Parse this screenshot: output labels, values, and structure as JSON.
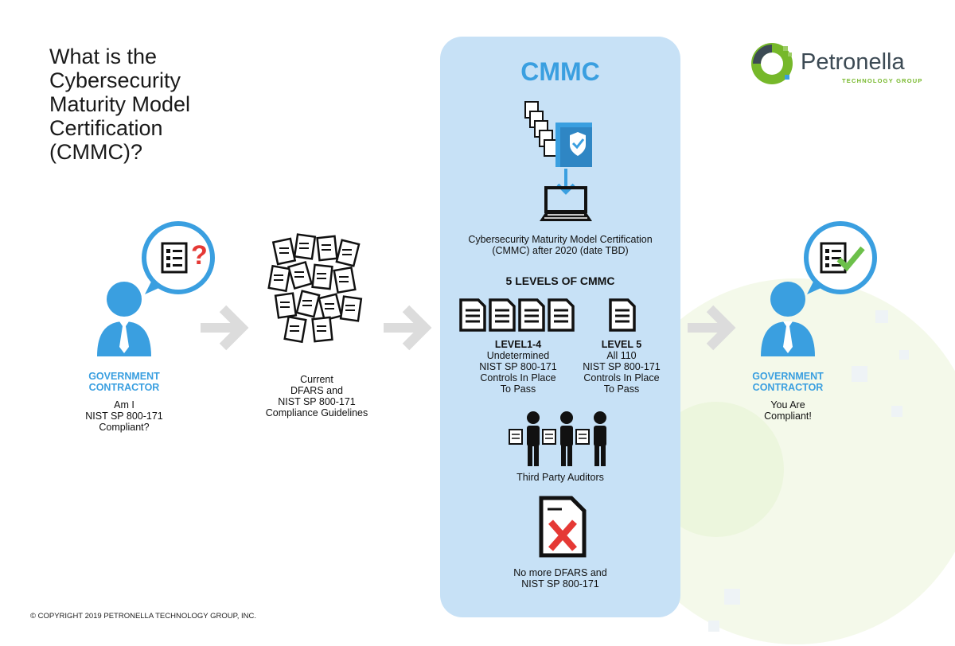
{
  "title_lines": [
    "What is the",
    "Cybersecurity",
    "Maturity Model",
    "Certification",
    "(CMMC)?"
  ],
  "logo": {
    "name": "Petronella",
    "tagline": "TECHNOLOGY GROUP"
  },
  "left_contractor": {
    "label_lines": [
      "GOVERNMENT",
      "CONTRACTOR"
    ],
    "caption_lines": [
      "Am I",
      "NIST SP 800-171",
      "Compliant?"
    ]
  },
  "current_docs": {
    "caption_lines": [
      "Current",
      "DFARS and",
      "NIST SP 800-171",
      "Compliance Guidelines"
    ]
  },
  "cmmc": {
    "title": "CMMC",
    "cert_lines": [
      "Cybersecurity Maturity Model Certification",
      "(CMMC) after 2020 (date TBD)"
    ],
    "levels_heading": "5 LEVELS OF CMMC",
    "level_1_4": {
      "title": "LEVEL1-4",
      "lines": [
        "Undetermined",
        "NIST SP 800-171",
        "Controls In Place",
        "To Pass"
      ]
    },
    "level_5": {
      "title": "LEVEL 5",
      "lines": [
        "All 110",
        "NIST SP 800-171",
        "Controls In Place",
        "To Pass"
      ]
    },
    "auditors": "Third Party Auditors",
    "no_more_lines": [
      "No more DFARS and",
      "NIST SP 800-171"
    ]
  },
  "right_contractor": {
    "label_lines": [
      "GOVERNMENT",
      "CONTRACTOR"
    ],
    "caption_lines": [
      "You Are",
      "Compliant!"
    ]
  },
  "copyright": "© COPYRIGHT 2019 PETRONELLA TECHNOLOGY GROUP, INC.",
  "colors": {
    "accent_blue": "#3a9fe0",
    "panel_blue": "#c7e1f6",
    "logo_green": "#76b82a",
    "alert_red": "#e53935",
    "check_green": "#6cc04a"
  },
  "icons": [
    "question-checklist-icon",
    "person-icon",
    "arrow-icon",
    "document-pile-icon",
    "document-stack-icon",
    "shield-book-icon",
    "laptop-download-icon",
    "document-icon",
    "auditor-icon",
    "rejected-document-icon",
    "check-checklist-icon",
    "petronella-logo-icon"
  ]
}
